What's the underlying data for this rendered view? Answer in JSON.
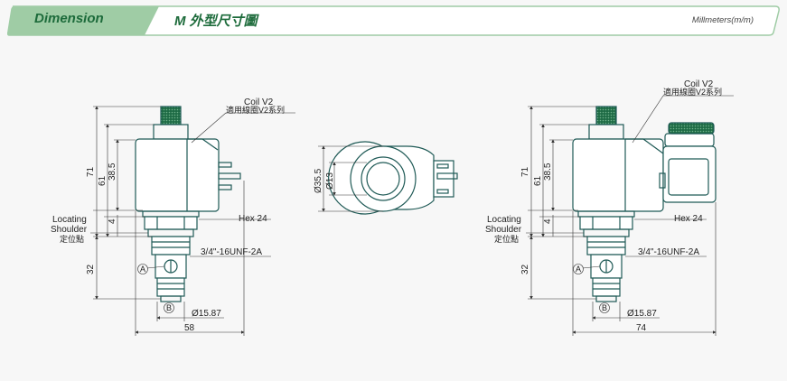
{
  "header": {
    "title": "Dimension",
    "subtitle": "M 外型尺寸圖",
    "units": "Millmeters(m/m)"
  },
  "colors": {
    "header_fill": "#9fcca5",
    "header_text": "#1d6b3b",
    "outline": "#1f5a56",
    "dim": "#333333"
  },
  "left_view": {
    "coil_label": "Coil V2",
    "coil_label_cn": "適用線圈V2系列",
    "dim_71": "71",
    "dim_61": "61",
    "dim_38_5": "38.5",
    "dim_4": "4",
    "dim_32": "32",
    "locating_1": "Locating",
    "locating_2": "Shoulder",
    "locating_cn": "定位點",
    "hex": "Hex 24",
    "thread": "3/4\"-16UNF-2A",
    "port_a": "A",
    "port_b": "B",
    "dia_15_87": "Ø15.87",
    "width": "58"
  },
  "top_view": {
    "dia_35_5": "Ø35.5",
    "dia_13": "Ø13"
  },
  "right_view": {
    "coil_label": "Coil V2",
    "coil_label_cn": "適用線圈V2系列",
    "dim_71": "71",
    "dim_61": "61",
    "dim_38_5": "38.5",
    "dim_4": "4",
    "dim_32": "32",
    "locating_1": "Locating",
    "locating_2": "Shoulder",
    "locating_cn": "定位點",
    "hex": "Hex 24",
    "thread": "3/4\"-16UNF-2A",
    "port_a": "A",
    "port_b": "B",
    "dia_15_87": "Ø15.87",
    "width": "74"
  }
}
